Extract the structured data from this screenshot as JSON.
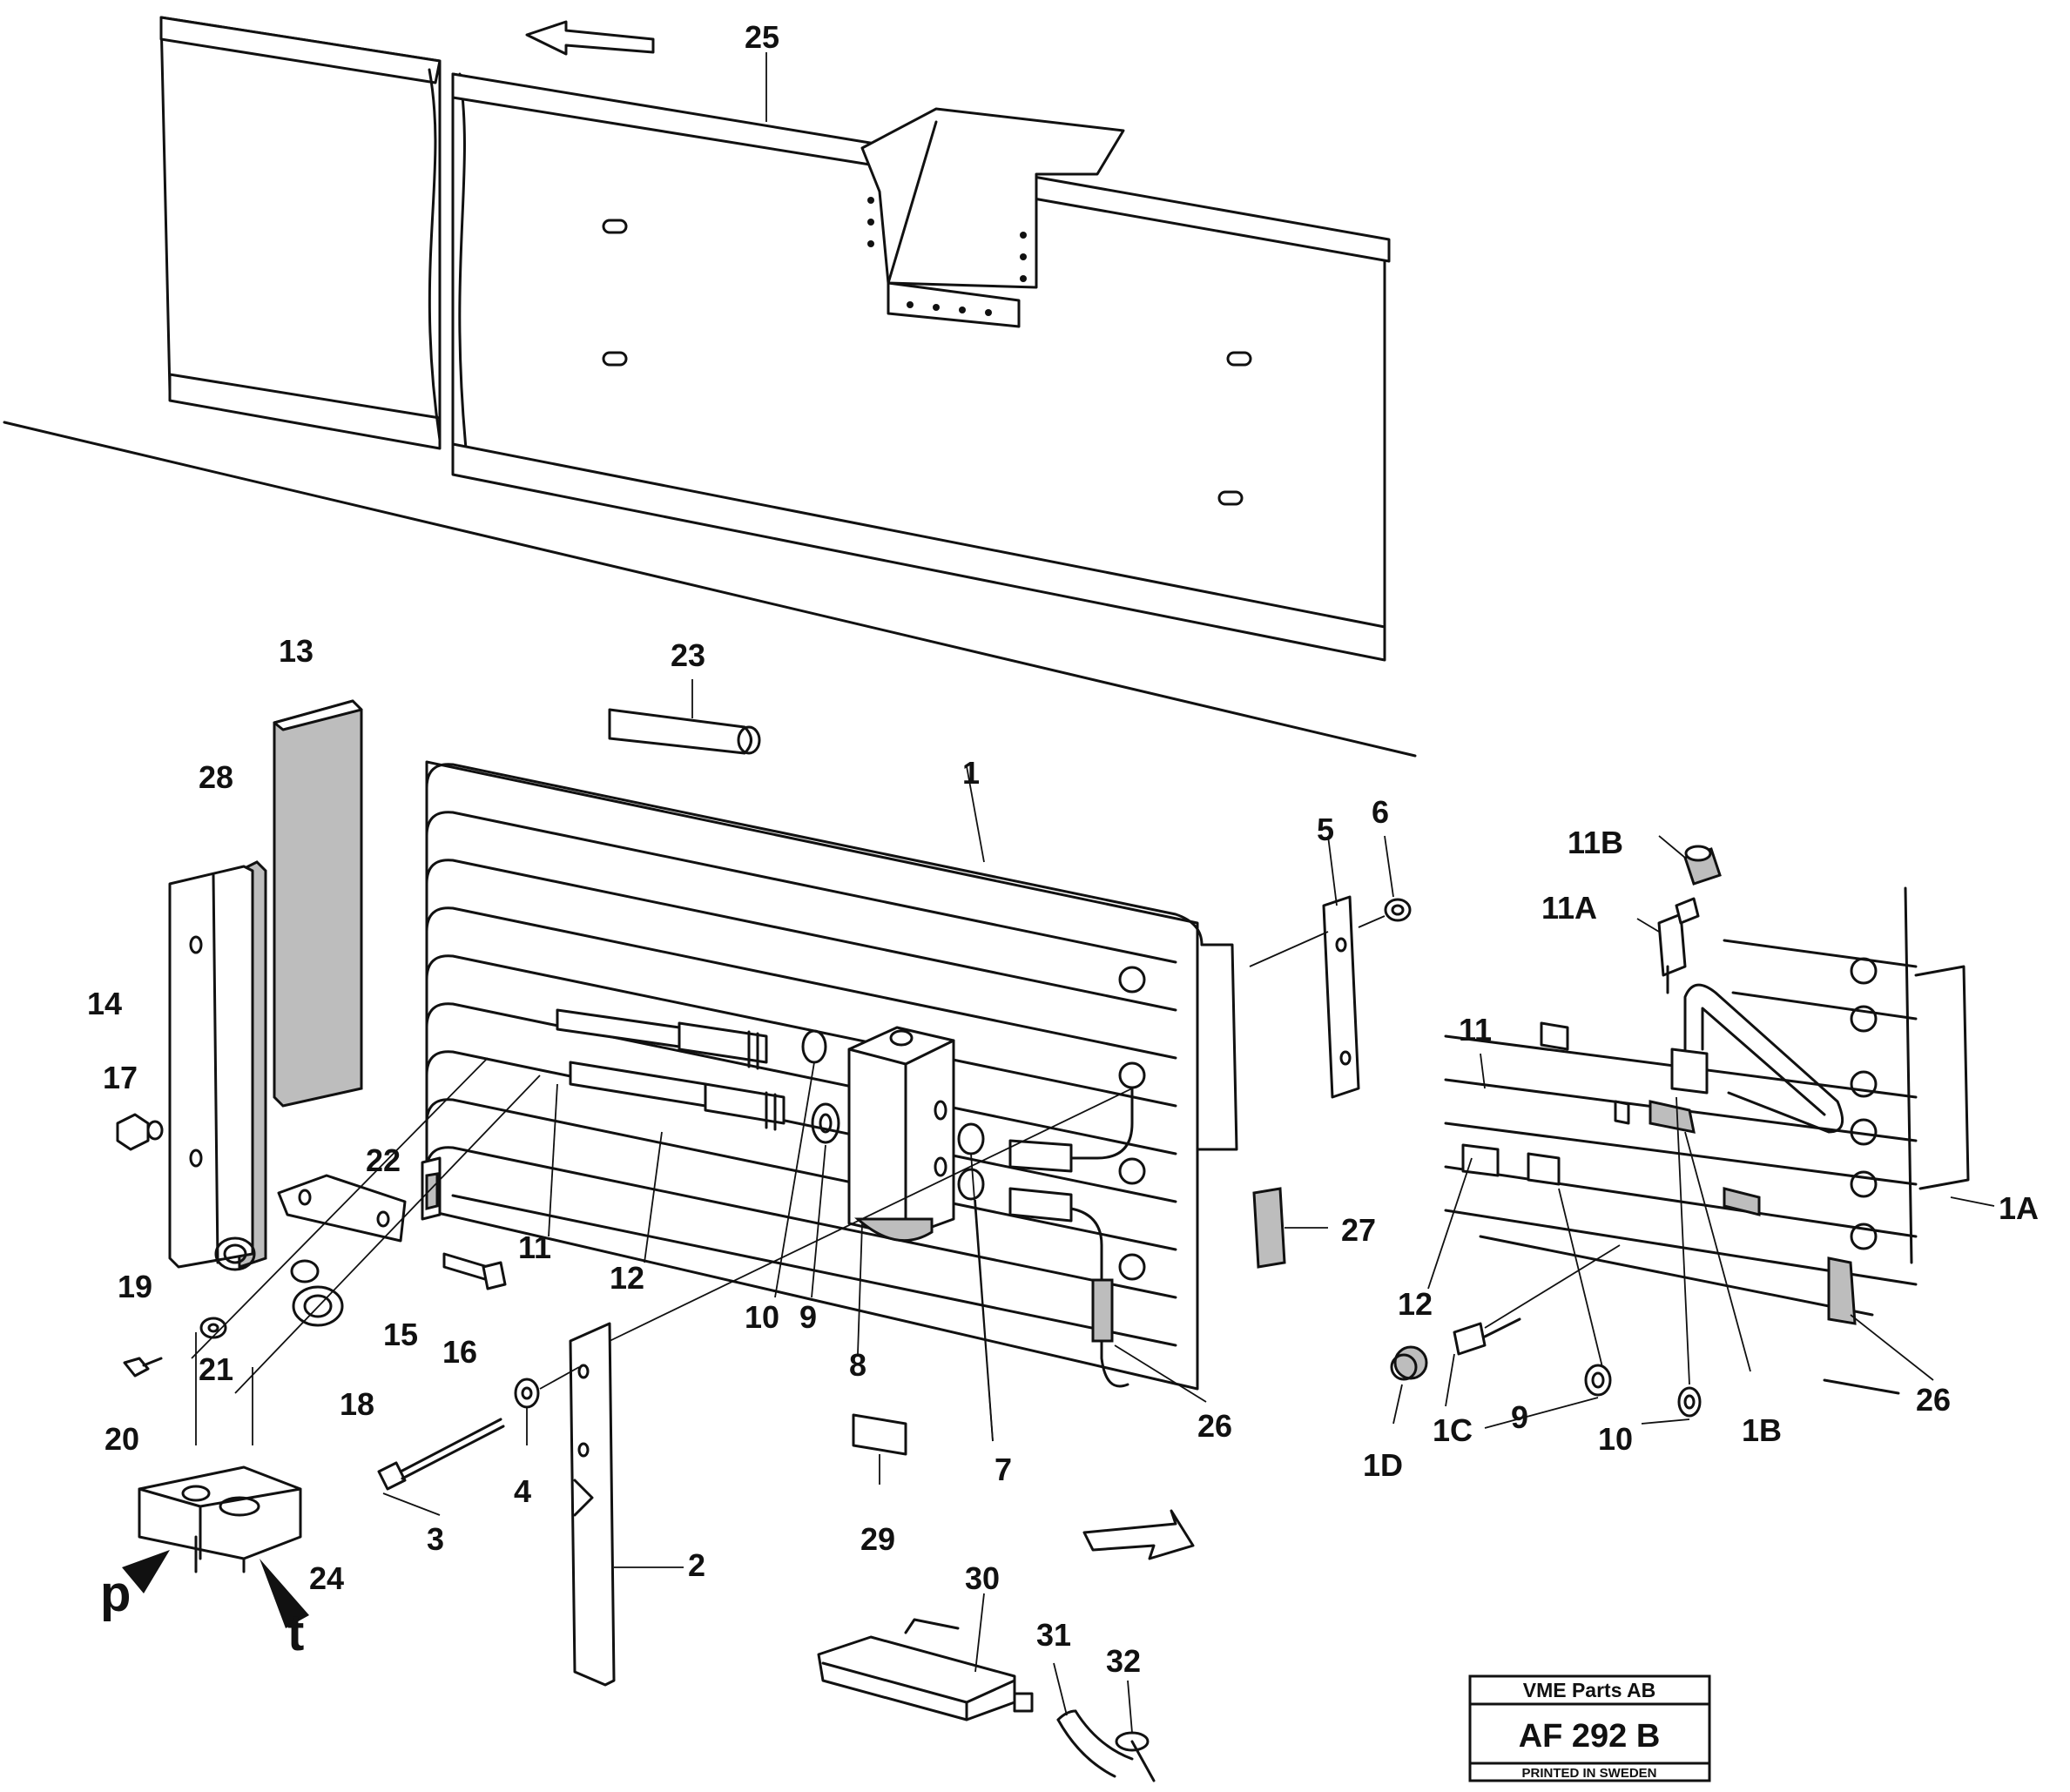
{
  "callouts": {
    "n1": "1",
    "n1A": "1A",
    "n1B": "1B",
    "n1C": "1C",
    "n1D": "1D",
    "n2": "2",
    "n3": "3",
    "n4": "4",
    "n5": "5",
    "n6": "6",
    "n7": "7",
    "n8": "8",
    "n9a": "9",
    "n9b": "9",
    "n10a": "10",
    "n10b": "10",
    "n11a": "11",
    "n11b": "11",
    "n11A": "11A",
    "n11B": "11B",
    "n12a": "12",
    "n12b": "12",
    "n13": "13",
    "n14": "14",
    "n15": "15",
    "n16": "16",
    "n17": "17",
    "n18": "18",
    "n19": "19",
    "n20": "20",
    "n21": "21",
    "n22": "22",
    "n23": "23",
    "n24": "24",
    "n25": "25",
    "n26a": "26",
    "n26b": "26",
    "n27": "27",
    "n28": "28",
    "n29": "29",
    "n30": "30",
    "n31": "31",
    "n32": "32"
  },
  "ports": {
    "p": "p",
    "t": "t"
  },
  "title_block": {
    "company": "VME Parts AB",
    "code": "AF 292 B",
    "footer": "PRINTED IN SWEDEN"
  }
}
